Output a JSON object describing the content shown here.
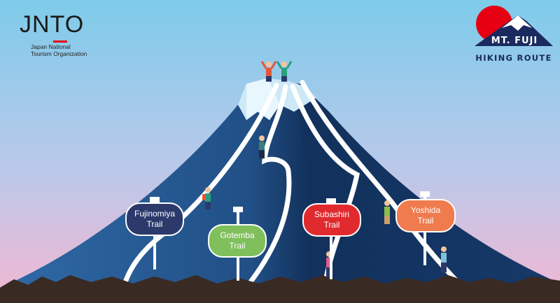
{
  "logo": {
    "name": "JNTO",
    "subtitle_line1": "Japan National",
    "subtitle_line2": "Tourism Organization"
  },
  "brand": {
    "title": "MT. FUJI",
    "subtitle": "HIKING ROUTE"
  },
  "trails": [
    {
      "line1": "Fujinomiya",
      "line2": "Trail",
      "color": "#2b3a6b"
    },
    {
      "line1": "Gotemba",
      "line2": "Trail",
      "color": "#7fbf5c"
    },
    {
      "line1": "Subashiri",
      "line2": "Trail",
      "color": "#e02a2e"
    },
    {
      "line1": "Yoshida",
      "line2": "Trail",
      "color": "#ef7b4e"
    }
  ],
  "colors": {
    "sky_top": "#7ecbea",
    "sky_bottom": "#f3b7d2",
    "mountain_dark": "#12325c",
    "mountain_light": "#2f6aa6",
    "snow": "#cde9f7",
    "ground": "#3a2a24"
  }
}
